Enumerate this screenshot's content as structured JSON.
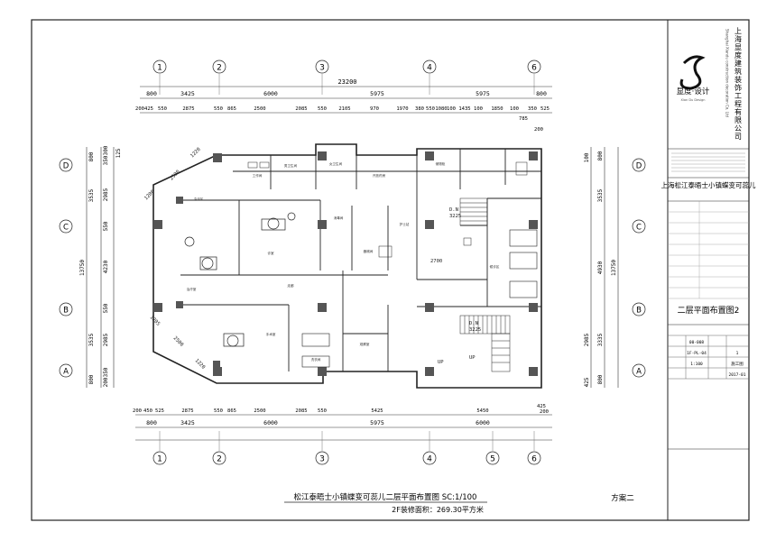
{
  "grid": {
    "columns": [
      "1",
      "2",
      "3",
      "4",
      "6"
    ],
    "columns_bottom": [
      "1",
      "2",
      "3",
      "4",
      "5",
      "6"
    ],
    "rows_left": [
      "D",
      "C",
      "B",
      "A"
    ],
    "rows_right": [
      "D",
      "C",
      "B",
      "A"
    ]
  },
  "dims": {
    "top_total": "23200",
    "top_mid": [
      "800",
      "3425",
      "6000",
      "5975",
      "5975",
      "800"
    ],
    "top_fine": [
      "200",
      "425",
      "550",
      "2875",
      "550",
      "865",
      "2500",
      "2085",
      "550",
      "2105",
      "970",
      "1970",
      "380",
      "550",
      "1080",
      "100",
      "1435",
      "100",
      "1850",
      "100",
      "350",
      "525",
      "785",
      "200"
    ],
    "bottom_fine": [
      "200",
      "450",
      "525",
      "2875",
      "550",
      "865",
      "2500",
      "2085",
      "550",
      "5425",
      "5450",
      "425",
      "200"
    ],
    "bottom_mid": [
      "800",
      "3425",
      "6000",
      "5975",
      "6000"
    ],
    "left": [
      "800",
      "3535",
      "13750",
      "3535",
      "800",
      "300",
      "350",
      "2985",
      "550",
      "4230",
      "550",
      "2985",
      "125",
      "350",
      "200"
    ],
    "right": [
      "100",
      "800",
      "3535",
      "4930",
      "13750",
      "3335",
      "800",
      "425",
      "2985"
    ],
    "diag": [
      "1220",
      "2500",
      "1200",
      "1205",
      "2500",
      "1220"
    ],
    "labels": [
      "D.N",
      "3225",
      "2700",
      "UP",
      "D.N",
      "3225",
      "UP"
    ]
  },
  "rooms": [
    "洽谈区",
    "男卫生间",
    "女卫生间",
    "开放药房",
    "储物柜",
    "工作间",
    "诊室",
    "治疗室",
    "消毒间",
    "器械间",
    "护士站",
    "候诊区",
    "手术室",
    "走廊",
    "观察室",
    "洗衣间"
  ],
  "title_block": {
    "company_cn": "上海显度建筑装饰工程有限公司",
    "company_en": "Shanghai Xiandu construction decoration Co. Ltd",
    "logo_name": "显度·设计",
    "logo_en": "Xian Du Design",
    "project": "上海松江泰晤士小镇蝶变可蕊儿",
    "drawing_name": "二层平面布置图2",
    "fields": [
      "00-008",
      "1",
      "1F-PL-04",
      "1:100",
      "施工图",
      "2017-01"
    ]
  },
  "caption": {
    "title": "松江泰晤士小镇蝶变可蕊儿二层平面布置图 SC:1/100",
    "area": "2F装修面积：269.30平方米",
    "scheme": "方案二"
  }
}
